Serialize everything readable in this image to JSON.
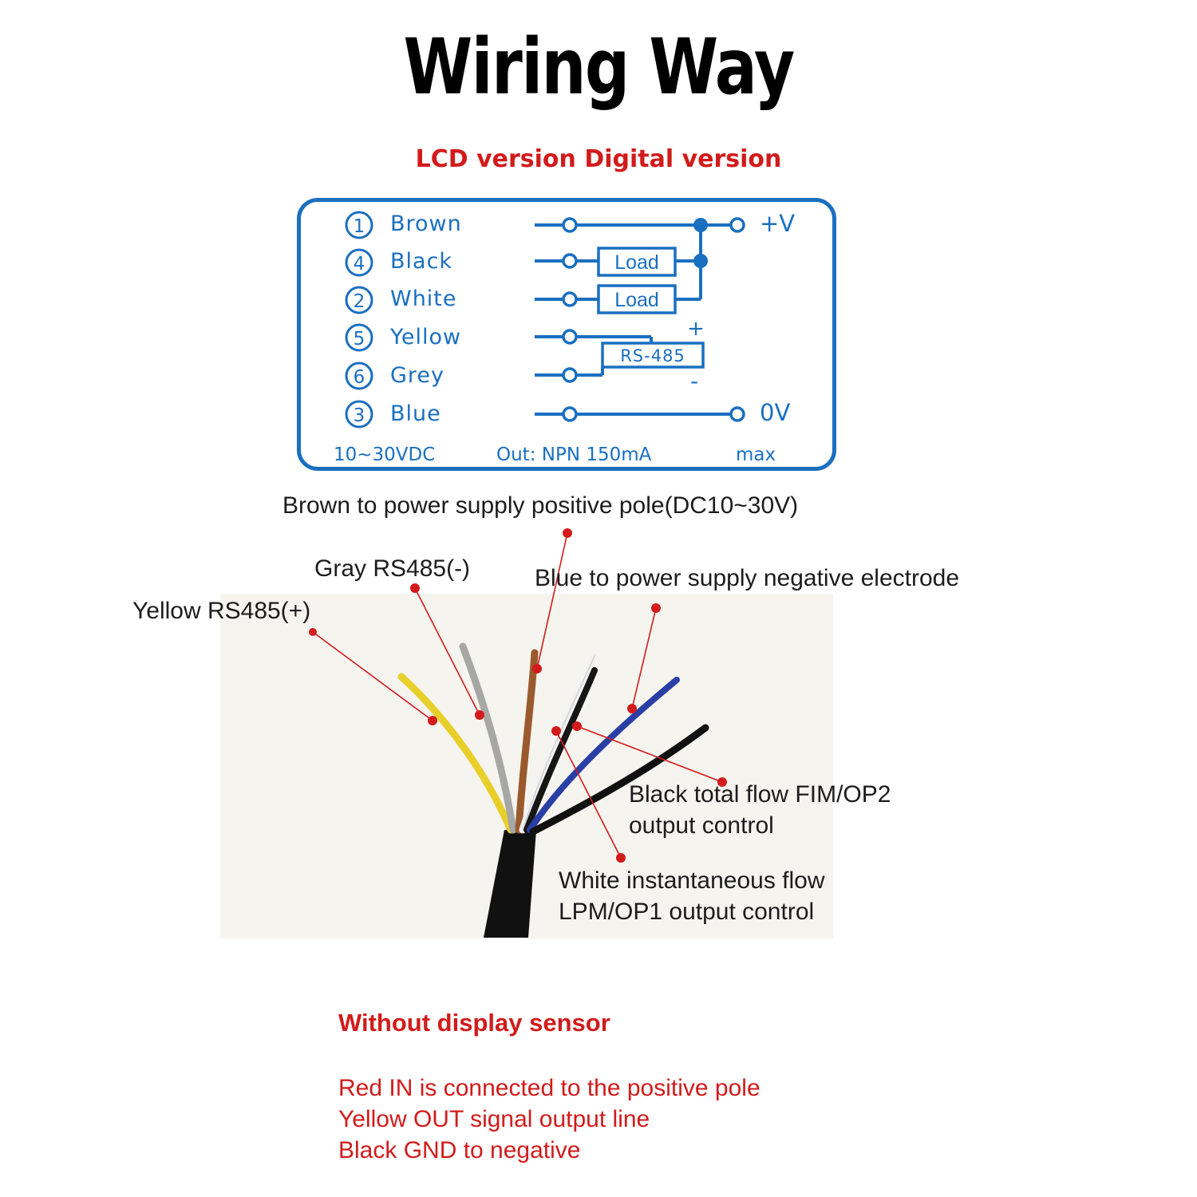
{
  "title": "Wiring Way",
  "subtitle": "LCD version Digital version",
  "schematic": {
    "wires": [
      {
        "number": "1",
        "color": "Brown"
      },
      {
        "number": "4",
        "color": "Black"
      },
      {
        "number": "2",
        "color": "White"
      },
      {
        "number": "5",
        "color": "Yellow"
      },
      {
        "number": "6",
        "color": "Grey"
      },
      {
        "number": "3",
        "color": "Blue"
      }
    ],
    "load_label": "Load",
    "rs485_label": "RS-485",
    "plus_sign": "+",
    "minus_sign": "-",
    "positive_terminal": "+V",
    "negative_terminal": "0V",
    "footer_voltage": "10~30VDC",
    "footer_output": "Out: NPN 150mA",
    "footer_max": "max",
    "line_color": "#1a6fc0"
  },
  "callouts": {
    "brown": "Brown to power supply positive pole(DC10~30V)",
    "gray": "Gray RS485(-)",
    "blue": "Blue to power supply negative electrode",
    "yellow": "Yellow RS485(+)",
    "black_line1": "Black total flow FIM/OP2",
    "black_line2": "output control",
    "white_line1": "White instantaneous flow",
    "white_line2": "LPM/OP1 output control"
  },
  "without_display": {
    "title": "Without display sensor",
    "lines": [
      "Red IN is connected to the positive pole",
      "Yellow OUT signal output line",
      "Black GND to negative"
    ]
  },
  "colors": {
    "accent_red": "#d21b1b",
    "schematic_blue": "#1a6fc0"
  }
}
